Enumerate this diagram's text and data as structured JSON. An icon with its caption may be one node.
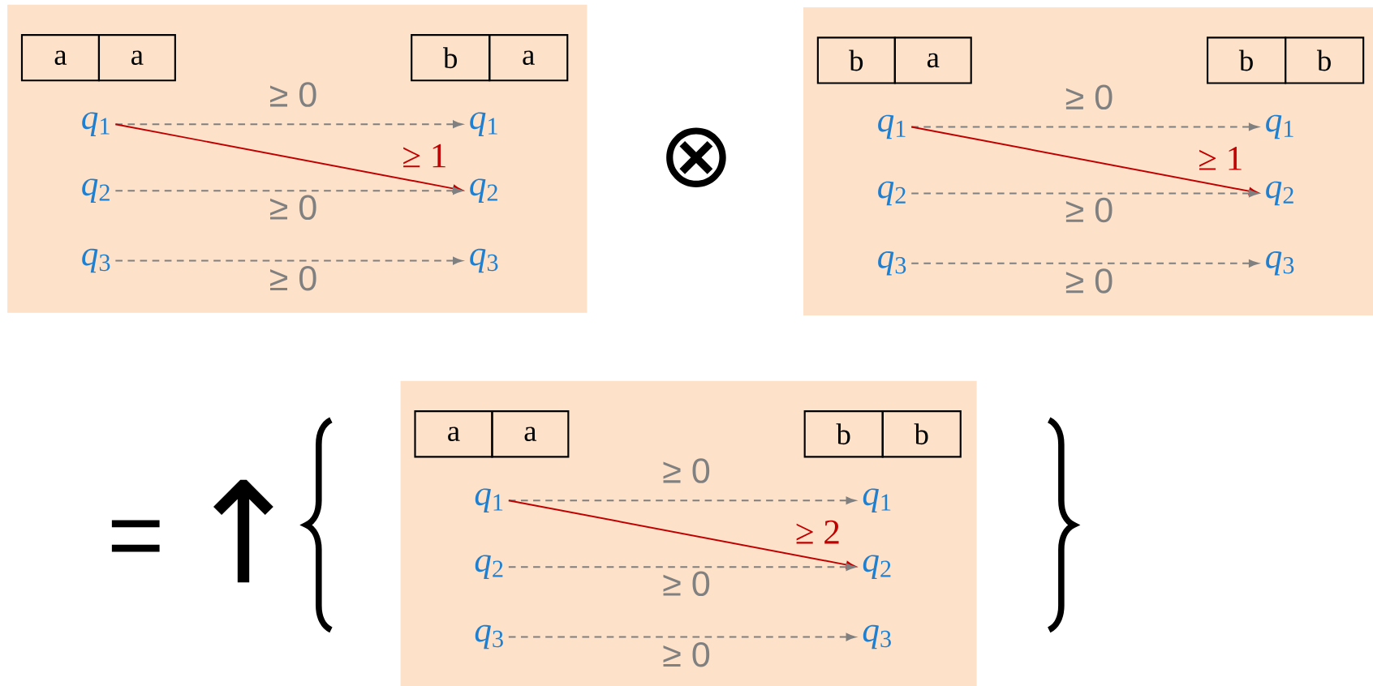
{
  "diagram": {
    "nodes": [
      {
        "text": [],
        "shape": "box"
      },
      {
        "text": [
          "a"
        ],
        "in": 0
      },
      {
        "text": [
          "a"
        ],
        "in": 0
      },
      {
        "text": [
          "b"
        ],
        "in": 0
      },
      {
        "text": [
          "a"
        ],
        "in": 0
      },
      {
        "text": [
          "*q*$_{1}$"
        ],
        "in": 0
      },
      {
        "text": [
          "*q*$_{2}$"
        ],
        "in": 0
      },
      {
        "text": [
          "*q*$_{3}$"
        ],
        "in": 0
      },
      {
        "text": [
          "*q*$_{1}$"
        ],
        "in": 0
      },
      {
        "text": [
          "*q*$_{2}$"
        ],
        "in": 0
      },
      {
        "text": [
          "*q*$_{3}$"
        ],
        "in": 0
      },
      {
        "text": [],
        "shape": "box"
      },
      {
        "text": [
          "b"
        ],
        "in": 11
      },
      {
        "text": [
          "a"
        ],
        "in": 11
      },
      {
        "text": [
          "b"
        ],
        "in": 11
      },
      {
        "text": [
          "b"
        ],
        "in": 11
      },
      {
        "text": [
          "*q*$_{1}$"
        ],
        "in": 11
      },
      {
        "text": [
          "*q*$_{2}$"
        ],
        "in": 11
      },
      {
        "text": [
          "*q*$_{3}$"
        ],
        "in": 11
      },
      {
        "text": [
          "*q*$_{1}$"
        ],
        "in": 11
      },
      {
        "text": [
          "*q*$_{2}$"
        ],
        "in": 11
      },
      {
        "text": [
          "*q*$_{3}$"
        ],
        "in": 11
      },
      {
        "text": [],
        "shape": "box"
      },
      {
        "text": [
          "a"
        ],
        "in": 22
      },
      {
        "text": [
          "a"
        ],
        "in": 22
      },
      {
        "text": [
          "b"
        ],
        "in": 22
      },
      {
        "text": [
          "b"
        ],
        "in": 22
      },
      {
        "text": [
          "*q*$_{1}$"
        ],
        "in": 22
      },
      {
        "text": [
          "*q*$_{2}$"
        ],
        "in": 22
      },
      {
        "text": [
          "*q*$_{3}$"
        ],
        "in": 22
      },
      {
        "text": [
          "*q*$_{1}$"
        ],
        "in": 22
      },
      {
        "text": [
          "*q*$_{2}$"
        ],
        "in": 22
      },
      {
        "text": [
          "*q*$_{3}$"
        ],
        "in": 22
      }
    ],
    "edges": [
      {
        "from": 5,
        "to": 8,
        "arrow": "to",
        "label": "≥ 0",
        "style": "dashed"
      },
      {
        "from": 5,
        "to": 9,
        "arrow": "to",
        "label": "≥ 1",
        "color": "#c00000"
      },
      {
        "from": 6,
        "to": 9,
        "arrow": "to",
        "label": "≥ 0",
        "style": "dashed"
      },
      {
        "from": 7,
        "to": 10,
        "arrow": "to",
        "label": "≥ 0",
        "style": "dashed"
      },
      {
        "from": 16,
        "to": 19,
        "arrow": "to",
        "label": "≥ 0",
        "style": "dashed"
      },
      {
        "from": 16,
        "to": 20,
        "arrow": "to",
        "label": "≥ 1",
        "color": "#c00000"
      },
      {
        "from": 17,
        "to": 20,
        "arrow": "to",
        "label": "≥ 0",
        "style": "dashed"
      },
      {
        "from": 18,
        "to": 21,
        "arrow": "to",
        "label": "≥ 0",
        "style": "dashed"
      },
      {
        "from": 27,
        "to": 30,
        "arrow": "to",
        "label": "≥ 0",
        "style": "dashed"
      },
      {
        "from": 27,
        "to": 31,
        "arrow": "to",
        "label": "≥ 2",
        "color": "#c00000"
      },
      {
        "from": 28,
        "to": 31,
        "arrow": "to",
        "label": "≥ 0",
        "style": "dashed"
      },
      {
        "from": 29,
        "to": 32,
        "arrow": "to",
        "label": "≥ 0",
        "style": "dashed"
      }
    ],
    "labels": [
      "⊗",
      "=",
      "↑"
    ]
  }
}
